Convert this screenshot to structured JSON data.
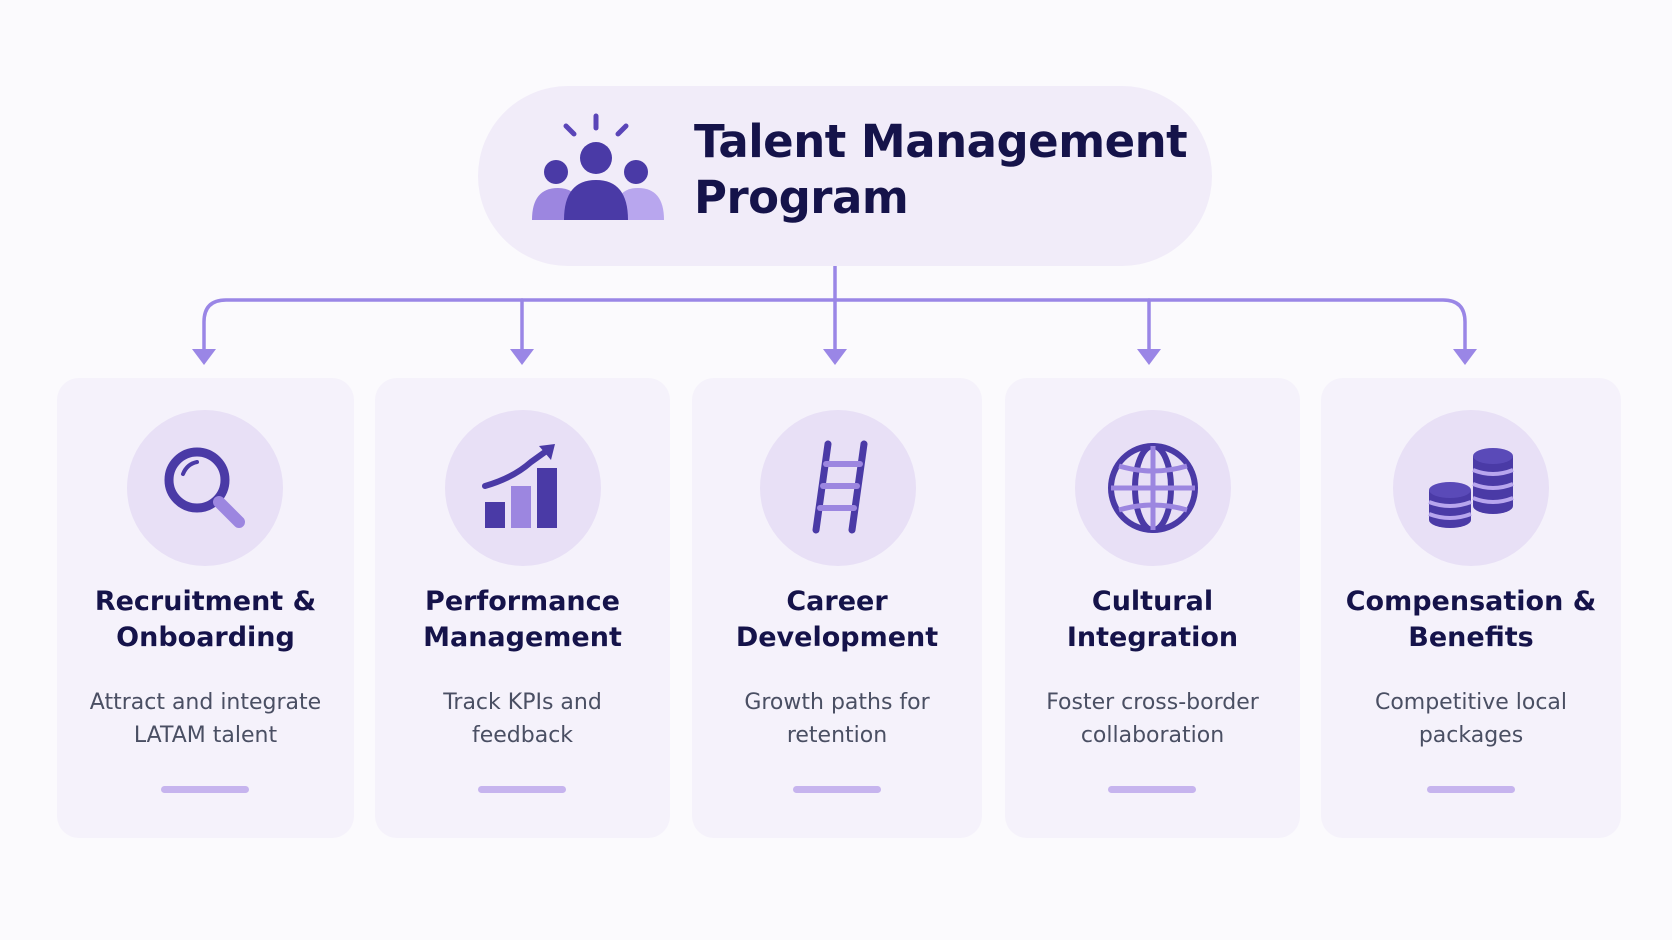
{
  "header": {
    "title_line1": "Talent Management",
    "title_line2": "Program",
    "icon": "team-people-icon"
  },
  "colors": {
    "background": "#fbfafd",
    "pill": "#f1ecf9",
    "card": "#f5f2fb",
    "icon_circle": "#e8e0f6",
    "icon_dark": "#4a3aa6",
    "icon_light": "#9c86e0",
    "connector": "#9a86e6",
    "title_text": "#15134a",
    "desc_text": "#4a4f63",
    "accent_bar": "#c6b4ee"
  },
  "cards": [
    {
      "icon": "magnifier-icon",
      "title_line1": "Recruitment &",
      "title_line2": "Onboarding",
      "desc_line1": "Attract and integrate",
      "desc_line2": "LATAM talent"
    },
    {
      "icon": "bar-chart-growth-icon",
      "title_line1": "Performance",
      "title_line2": "Management",
      "desc_line1": "Track KPIs and",
      "desc_line2": "feedback"
    },
    {
      "icon": "ladder-icon",
      "title_line1": "Career",
      "title_line2": "Development",
      "desc_line1": "Growth paths for",
      "desc_line2": "retention"
    },
    {
      "icon": "globe-icon",
      "title_line1": "Cultural",
      "title_line2": "Integration",
      "desc_line1": "Foster cross-border",
      "desc_line2": "collaboration"
    },
    {
      "icon": "coins-stack-icon",
      "title_line1": "Compensation &",
      "title_line2": "Benefits",
      "desc_line1": "Competitive local",
      "desc_line2": "packages"
    }
  ]
}
